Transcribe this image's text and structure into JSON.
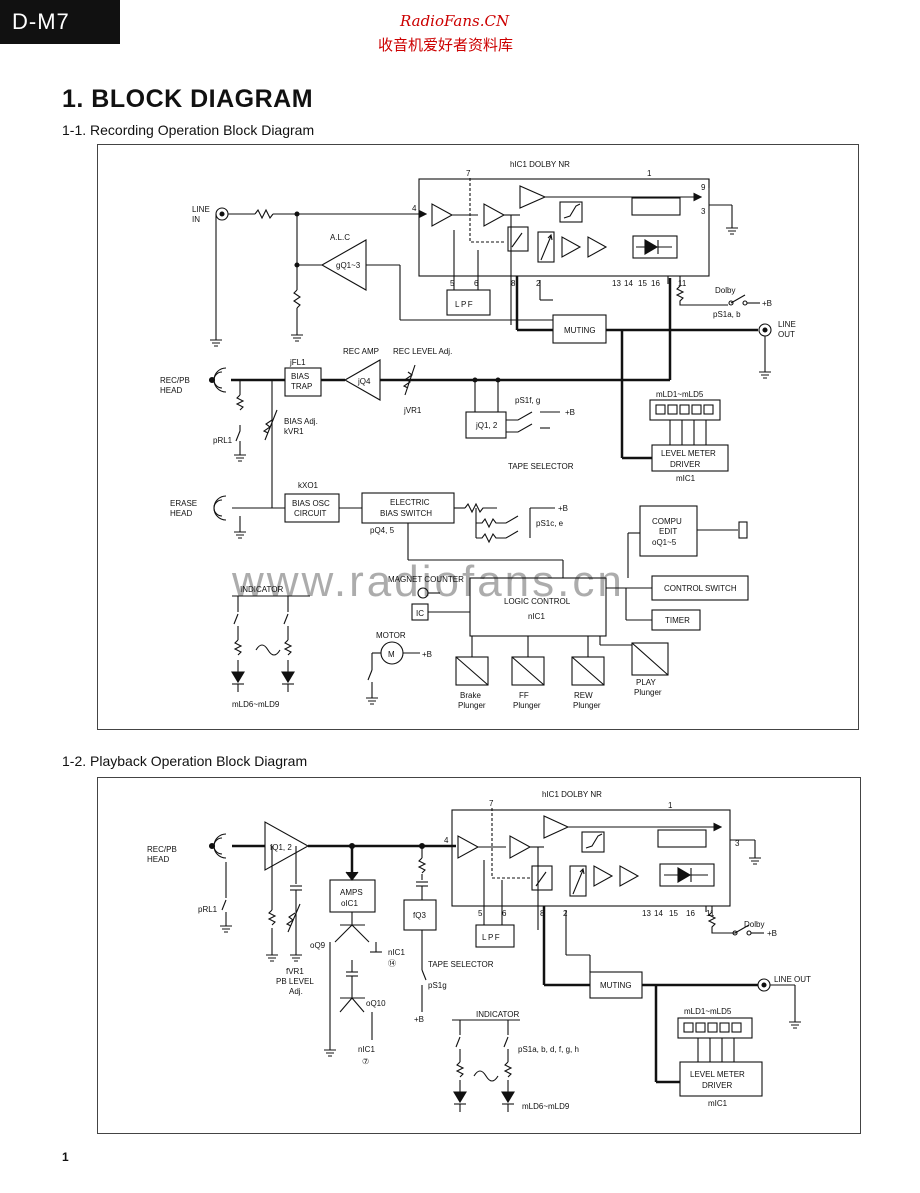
{
  "header": {
    "model_tab": "D-M7",
    "watermark_site": "RadioFans.CN",
    "watermark_cn": "收音机爱好者资料库",
    "bg_watermark": "www.radiofans.cn"
  },
  "title": "1. BLOCK DIAGRAM",
  "page_number": "1",
  "recording": {
    "heading": "1-1.  Recording Operation Block Diagram",
    "labels": {
      "dolby_ic": "hIC1 DOLBY NR",
      "line_in_1": "LINE",
      "line_in_2": "IN",
      "alc": "A.L.C",
      "alc_q": "gQ1~3",
      "lpf": "LPF",
      "muting": "MUTING",
      "line_out_1": "LINE",
      "line_out_2": "OUT",
      "dolby_sw": "Dolby",
      "dolby_ps": "pS1a, b",
      "plus_b": "+B",
      "bias_trap_ref": "jFL1",
      "bias_trap_1": "BIAS",
      "bias_trap_2": "TRAP",
      "rec_amp": "REC AMP",
      "rec_amp_q": "jQ4",
      "rec_level": "REC LEVEL Adj.",
      "rec_vr": "jVR1",
      "rec_pb_1": "REC/PB",
      "rec_pb_2": "HEAD",
      "bias_adj_1": "BIAS Adj.",
      "bias_adj_2": "kVR1",
      "prl": "pRL1",
      "ps1fg": "pS1f, g",
      "jq12": "jQ1, 2",
      "tape_sel": "TAPE SELECTOR",
      "leds": "mLD1~mLD5",
      "level_meter_1": "LEVEL METER",
      "level_meter_2": "DRIVER",
      "mic1": "mIC1",
      "kxo": "kXO1",
      "erase_1": "ERASE",
      "erase_2": "HEAD",
      "bias_osc_1": "BIAS OSC",
      "bias_osc_2": "CIRCUIT",
      "ebs_1": "ELECTRIC",
      "ebs_2": "BIAS SWITCH",
      "pq45": "pQ4, 5",
      "ps1ce": "pS1c, e",
      "compu_1": "COMPU",
      "compu_2": "EDIT",
      "compu_3": "oQ1~5",
      "magnet": "MAGNET COUNTER",
      "ic": "IC",
      "logic_1": "LOGIC CONTROL",
      "logic_2": "nIC1",
      "control_sw": "CONTROL SWITCH",
      "timer": "TIMER",
      "indicator": "INDICATOR",
      "motor": "MOTOR",
      "m": "M",
      "brake_1": "Brake",
      "brake_2": "Plunger",
      "ff_1": "FF",
      "ff_2": "Plunger",
      "rew_1": "REW",
      "rew_2": "Plunger",
      "play_1": "PLAY",
      "play_2": "Plunger",
      "mld69": "mLD6~mLD9",
      "pins": [
        "7",
        "1",
        "9",
        "4",
        "3",
        "5",
        "6",
        "8",
        "2",
        "13",
        "14",
        "15",
        "16",
        "11"
      ]
    }
  },
  "playback": {
    "heading": "1-2.  Playback Operation Block Diagram",
    "labels": {
      "dolby_ic": "hIC1 DOLBY NR",
      "rec_pb_1": "REC/PB",
      "rec_pb_2": "HEAD",
      "fq12": "fQ1, 2",
      "amps_1": "AMPS",
      "amps_2": "oIC1",
      "fq3": "fQ3",
      "prl": "pRL1",
      "oq9": "oQ9",
      "nic1_14_a": "nIC1",
      "nic1_14_b": "⑭",
      "fvr1": "fVR1",
      "pb_level_1": "PB LEVEL",
      "pb_level_2": "Adj.",
      "oq10": "oQ10",
      "nic1_7_a": "nIC1",
      "nic1_7_b": "⑦",
      "tape_sel": "TAPE SELECTOR",
      "ps1g": "pS1g",
      "plus_b": "+B",
      "indicator": "INDICATOR",
      "ps1all": "pS1a, b, d, f, g, h",
      "mld69": "mLD6~mLD9",
      "lpf": "LPF",
      "muting": "MUTING",
      "line_out": "LINE OUT",
      "dolby_sw": "Dolby",
      "leds": "mLD1~mLD5",
      "level_meter_1": "LEVEL METER",
      "level_meter_2": "DRIVER",
      "mic1": "mIC1",
      "pins": [
        "7",
        "1",
        "3",
        "4",
        "5",
        "6",
        "8",
        "2",
        "13",
        "14",
        "15",
        "16",
        "11"
      ]
    }
  },
  "colors": {
    "ink": "#111111",
    "frame": "#444444",
    "watermark": "#cc0000"
  }
}
